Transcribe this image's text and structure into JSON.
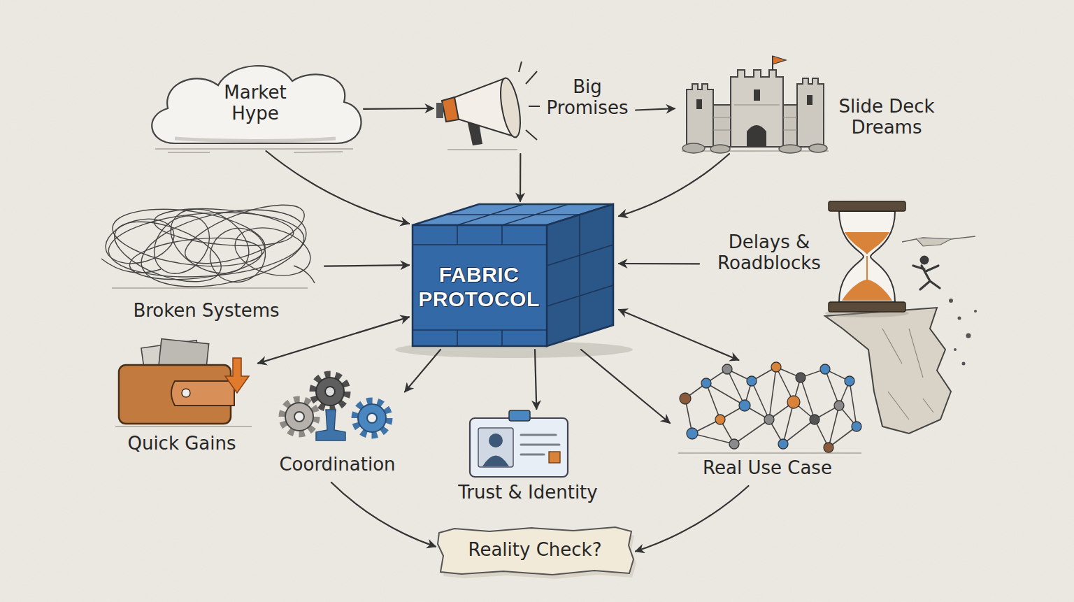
{
  "diagram": {
    "nodes": [
      {
        "text": [
          "Market Hype"
        ]
      },
      {
        "text": [
          "Big Promises"
        ]
      },
      {
        "text": [
          "Slide Deck Dreams"
        ]
      },
      {
        "text": [
          "FABRIC PROTOCOL"
        ]
      },
      {
        "text": [
          "Broken Systems"
        ]
      },
      {
        "text": [
          "Delays & Roadblocks"
        ]
      },
      {
        "text": [
          "Quick Gains"
        ]
      },
      {
        "text": [
          "Coordination"
        ]
      },
      {
        "text": [
          "Trust & Identity"
        ]
      },
      {
        "text": [
          "Real Use Case"
        ]
      },
      {
        "text": [
          "Reality Check?"
        ]
      }
    ],
    "edges": [
      {
        "from": 0,
        "to": 1,
        "arrow": "to"
      },
      {
        "from": 1,
        "to": 2,
        "arrow": "to"
      },
      {
        "from": 0,
        "to": 3,
        "arrow": "to"
      },
      {
        "from": 1,
        "to": 3,
        "arrow": "to"
      },
      {
        "from": 2,
        "to": 3,
        "arrow": "to"
      },
      {
        "from": 4,
        "to": 3,
        "arrow": "to"
      },
      {
        "from": 5,
        "to": 3,
        "arrow": "to"
      },
      {
        "from": 3,
        "to": 6,
        "arrow": "both"
      },
      {
        "from": 3,
        "to": 7,
        "arrow": "to"
      },
      {
        "from": 3,
        "to": 8,
        "arrow": "to"
      },
      {
        "from": 3,
        "to": 9,
        "arrow": "to"
      },
      {
        "from": 3,
        "to": 9,
        "arrow": "both"
      },
      {
        "from": 7,
        "to": 10,
        "arrow": "to"
      },
      {
        "from": 9,
        "to": 10,
        "arrow": "to"
      }
    ]
  }
}
